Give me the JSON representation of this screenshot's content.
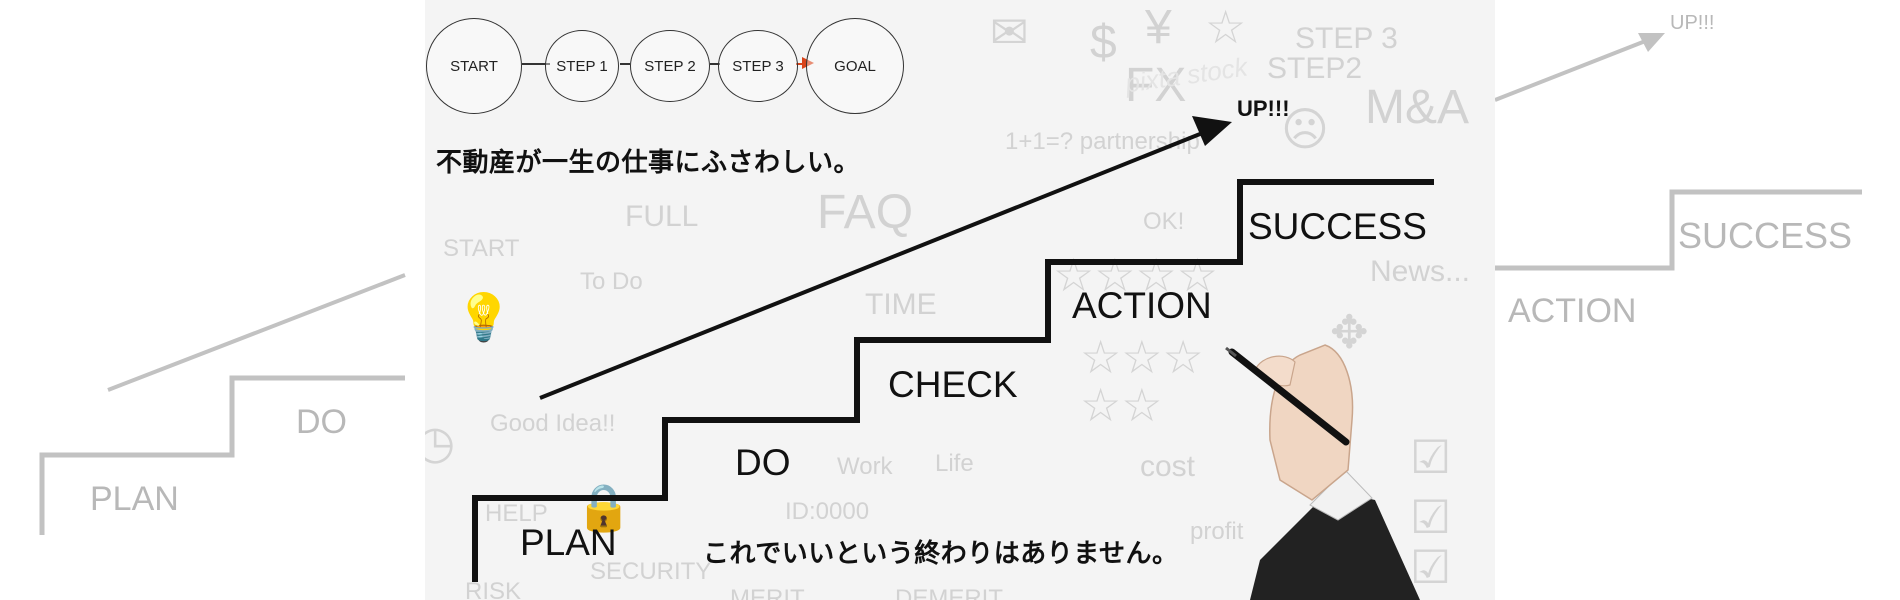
{
  "flow": {
    "start": "START",
    "step1": "STEP 1",
    "step2": "STEP 2",
    "step3": "STEP 3",
    "goal": "GOAL"
  },
  "heading_top": "不動産が一生の仕事にふさわしい。",
  "heading_bottom": "これでいいという終わりはありません。",
  "stairs": {
    "plan": "PLAN",
    "do": "DO",
    "check": "CHECK",
    "action": "ACTION",
    "success": "SUCCESS"
  },
  "arrow_label": "UP!!!",
  "left_side": {
    "plan": "PLAN",
    "do": "DO"
  },
  "right_side": {
    "up": "UP!!!",
    "action": "ACTION",
    "success": "SUCCESS"
  },
  "watermark": "pixta stock",
  "doodles": {
    "step3": "STEP 3",
    "step2": "STEP2",
    "ma": "M&A",
    "fx": "FX",
    "partnership": "1+1=? partnership",
    "full": "FULL",
    "faq": "FAQ",
    "start": "START",
    "todo": "To Do",
    "time": "TIME",
    "news": "News...",
    "good_idea": "Good Idea!!",
    "work": "Work",
    "life": "Life",
    "id": "ID:0000",
    "security": "SECURITY",
    "cost": "cost",
    "profit": "profit",
    "help": "HELP",
    "risk": "RISK",
    "merit": "MERIT",
    "demerit": "DEMERIT",
    "ok": "OK!",
    "yen": "¥",
    "dollar": "$"
  },
  "colors": {
    "ink": "#111111",
    "side_gray": "#b8b8b8",
    "flow_arrow": "#d9441a"
  }
}
